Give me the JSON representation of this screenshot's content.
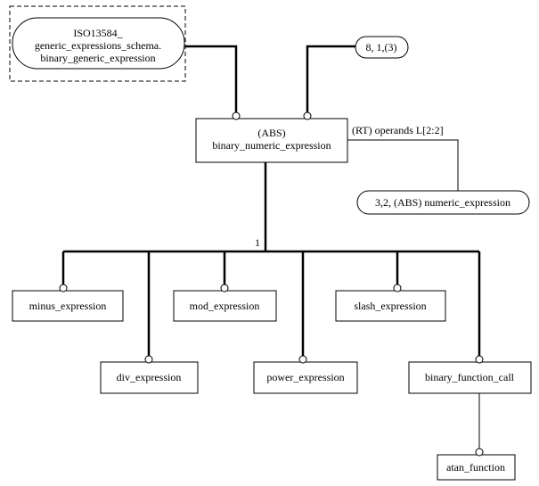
{
  "supertype_ref": {
    "line1": "ISO13584_",
    "line2": "generic_expressions_schema.",
    "line3": "binary_generic_expression"
  },
  "page_ref": {
    "label": "8, 1,(3)"
  },
  "main_entity": {
    "line1": "(ABS)",
    "line2": "binary_numeric_expression"
  },
  "relation": {
    "label": "(RT) operands L[2:2]"
  },
  "operand_ref": {
    "label": "3,2, (ABS) numeric_expression"
  },
  "branch_marker": "1",
  "subtypes": {
    "minus": "minus_expression",
    "div": "div_expression",
    "mod": "mod_expression",
    "power": "power_expression",
    "slash": "slash_expression",
    "binary_function_call": "binary_function_call",
    "atan": "atan_function"
  }
}
